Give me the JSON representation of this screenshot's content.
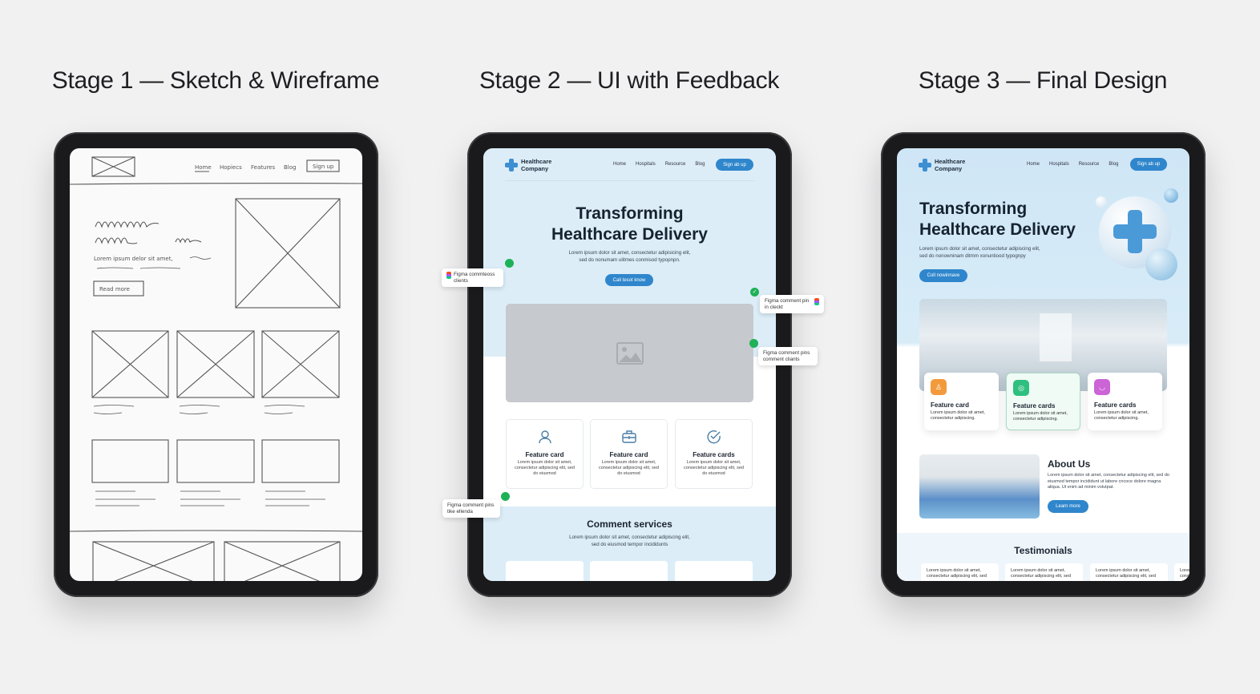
{
  "stages": [
    {
      "title": "Stage 1 — Sketch & Wireframe"
    },
    {
      "title": "Stage 2 — UI with Feedback"
    },
    {
      "title": "Stage 3 — Final Design"
    }
  ],
  "stage1": {
    "nav": [
      "Home",
      "Hopiecs",
      "Features",
      "Blog"
    ],
    "signup": "Sign up",
    "hero_text": "Lorem ipsum delor sit amet,",
    "read_more": "Read more"
  },
  "stage2": {
    "logo": {
      "line1": "Healthcare",
      "line2": "Company"
    },
    "nav": [
      "Home",
      "Hospitals",
      "Resource",
      "Blog"
    ],
    "signup": "Sign ab up",
    "hero_title": [
      "Transforming",
      "Healthcare Delivery"
    ],
    "hero_sub": [
      "Lorem ipsum dolor sit amet, consectetur adipisicing elit,",
      "sed do nonumam ulitmes conmisod typopnpn."
    ],
    "cta": "Cali tesot know",
    "features": [
      {
        "icon": "user-icon",
        "title": "Feature card",
        "desc": "Lorem ipsum dolor sit amet, consectetur adipiscing elit, sed do eiusmod"
      },
      {
        "icon": "briefcase-icon",
        "title": "Feature card",
        "desc": "Lorem ipsum dolor sit amet, consectetur adipiscing elit, sed do eiusmod"
      },
      {
        "icon": "check-circle-icon",
        "title": "Feature cards",
        "desc": "Lorem ipsum dolor sit amet, consectetur adipiscing elit, sed do eiusmod"
      }
    ],
    "section_title": "Comment services",
    "section_desc": [
      "Lorem ipsum dolor sit amet, consectetur adipiscing elit,",
      "sed do eiusmod tempor incididunts"
    ],
    "comments": [
      "Figma commteoss clients",
      "Figma comment pin in cleckt",
      "Figma comment pins comment cliants",
      "Figma comment pins tike ellenda"
    ],
    "accent": "#2f86cc",
    "pin_color": "#1fb158"
  },
  "stage3": {
    "logo": {
      "line1": "Healthcare",
      "line2": "Company"
    },
    "nav": [
      "Home",
      "Hospitals",
      "Resource",
      "Blog"
    ],
    "signup": "Sign ab up",
    "hero_title": [
      "Transforming",
      "Healthcare Delivery"
    ],
    "hero_sub": [
      "Lorem ipsum dolor sit amet, consectetur adipiscing elit,",
      "sed do nonowninam ditmm xonuntiood typognpy"
    ],
    "cta": "Coll nowinnave",
    "features": [
      {
        "color": "#f39a3c",
        "title": "Feature card",
        "desc": "Lorem ipsum dolor sit amet, consectetur adipiscing."
      },
      {
        "color": "#2fbf7f",
        "title": "Feature cards",
        "desc": "Lorem ipsum dolor sit amet, consectetur adipiscing."
      },
      {
        "color": "#cc63d6",
        "title": "Feature cards",
        "desc": "Lorem ipsum dolor sit amet, consectetur adipiscing."
      }
    ],
    "about_title": "About Us",
    "about_desc": "Lorem ipsum dolor sit amet, consectetur adipiscing elit, sed do eiusmod tempor incididunt ut labore cncoce dolore magna aliqua. Ut enim ad minim volutpat.",
    "learn_more": "Learn more",
    "testimonials_title": "Testimonials",
    "testimonials": [
      "Lorem ipsum dolor sit amet, consectetur adipiscing elit, sed",
      "Lorem ipsum dolor sit amet, consectetur adipiscing elit, sed",
      "Lorem ipsum dolor sit amet, consectetur adipiscing elit, sed",
      "Lorem ipsum dolor sit amet, consectetur adipiscing elit, sed"
    ]
  }
}
